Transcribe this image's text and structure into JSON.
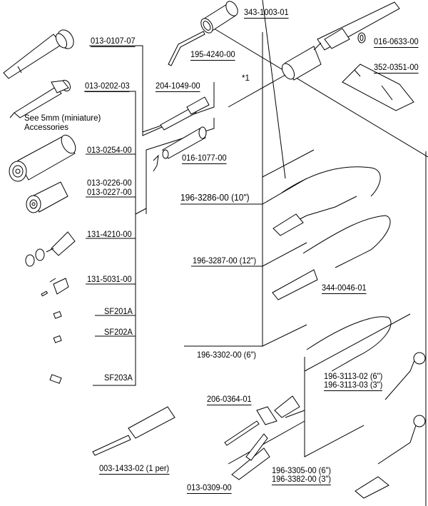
{
  "diagram": {
    "type": "exploded-parts-diagram",
    "subject": "Oscilloscope probe accessories",
    "labels": {
      "p343_1003_01": "343-1003-01",
      "p195_4240_00": "195-4240-00",
      "p013_0107_07": "013-0107-07",
      "p016_0633_00": "016-0633-00",
      "p352_0351_00": "352-0351-00",
      "p013_0202_03": "013-0202-03",
      "p204_1049_00": "204-1049-00",
      "note_star1": "*1",
      "see_5mm_line1": "See 5mm (miniature)",
      "see_5mm_line2": "Accessories",
      "p013_0254_00": "013-0254-00",
      "p016_1077_00": "016-1077-00",
      "p013_0226_00": "013-0226-00",
      "p013_0227_00": "013-0227-00",
      "p196_3286_00": "196-3286-00 (10\")",
      "p131_4210_00": "131-4210-00",
      "p196_3287_00": "196-3287-00 (12\")",
      "p131_5031_00": "131-5031-00",
      "p344_0046_01": "344-0046-01",
      "sf201a": "SF201A",
      "sf202a": "SF202A",
      "p196_3302_00": "196-3302-00 (6\")",
      "sf203a": "SF203A",
      "p196_3113_02": "196-3113-02 (6\")",
      "p196_3113_03": "196-3113-03 (3\")",
      "p206_0364_01": "206-0364-01",
      "p003_1433_02": "003-1433-02 (1 per)",
      "p196_3305_00": "196-3305-00 (6\")",
      "p196_3382_00": "196-3382-00 (3\")",
      "p013_0309_00": "013-0309-00"
    }
  }
}
